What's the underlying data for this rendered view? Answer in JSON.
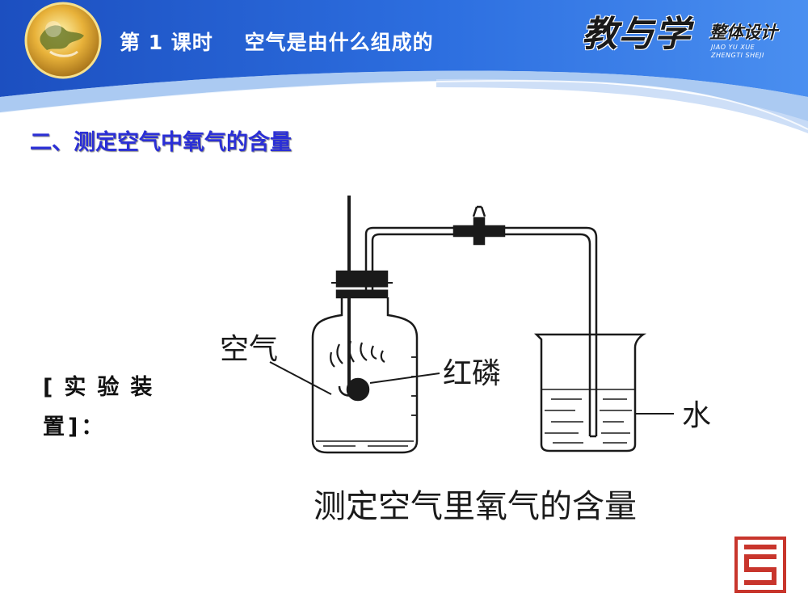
{
  "header": {
    "lesson_title": "第 1 课时    空气是由什么组成的",
    "brand_main": "教与学",
    "brand_sub": "整体设计",
    "brand_pinyin_1": "JIAO YU XUE",
    "brand_pinyin_2": "ZHENGTI SHEJI"
  },
  "section_heading": "二、测定空气中氧气的含量",
  "apparatus_label": {
    "line1": "[实验装",
    "line2": "置]："
  },
  "diagram": {
    "label_air": "空气",
    "label_red_phosphorus": "红磷",
    "label_water": "水",
    "caption": "测定空气里氧气的含量"
  },
  "colors": {
    "header_blue": "#1e57c8",
    "heading_blue": "#2b2fd6",
    "seal_red": "#c8352c",
    "line": "#1a1a1a"
  }
}
